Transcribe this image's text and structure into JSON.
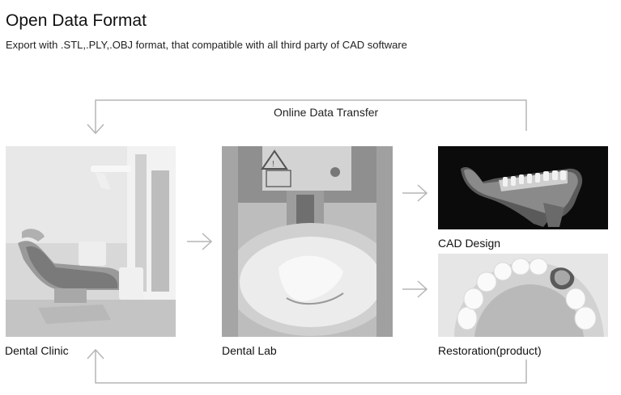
{
  "header": {
    "title": "Open Data Format",
    "subtitle": "Export with .STL,.PLY,.OBJ format, that compatible with all third party of CAD software"
  },
  "flow": {
    "top_label": "Online Data Transfer"
  },
  "nodes": {
    "dental_clinic": {
      "label": "Dental Clinic"
    },
    "dental_lab": {
      "label": "Dental Lab"
    },
    "cad_design": {
      "label": "CAD Design"
    },
    "restoration": {
      "label": "Restoration(product)"
    }
  },
  "colors": {
    "arrow": "#b5b5b5",
    "text": "#111111"
  },
  "icons": {
    "flow_arrow": "arrow-right-icon",
    "return_arrow_down": "arrow-down-icon",
    "return_arrow_up": "arrow-up-icon"
  }
}
